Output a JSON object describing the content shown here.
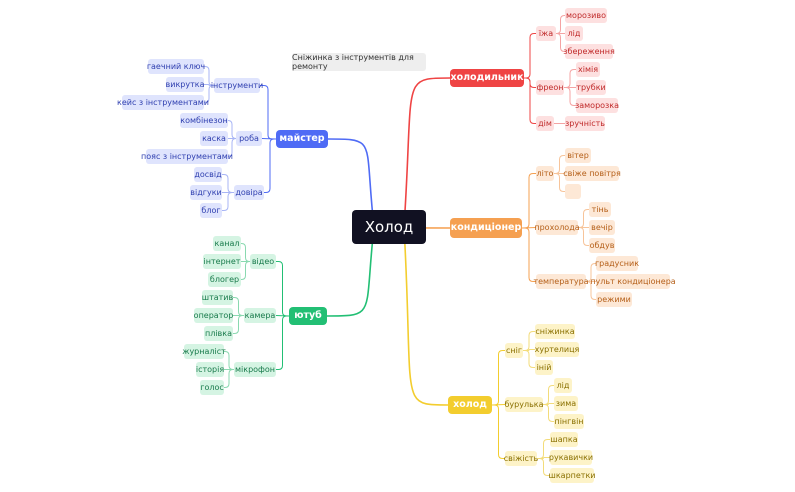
{
  "note": "Сніжинка з інструментів для ремонту",
  "root": {
    "label": "Холод"
  },
  "colors": {
    "red": "#ef4444",
    "orange": "#f5a051",
    "yellow": "#f3cd2e",
    "green": "#22bf74",
    "blue": "#4f6bf5",
    "root": "#111122"
  },
  "branches": {
    "fridge": {
      "label": "холодильник",
      "groups": [
        {
          "label": "їжа",
          "items": [
            "морозиво",
            "лід",
            "збереження"
          ]
        },
        {
          "label": "фреон",
          "items": [
            "хімія",
            "трубки",
            "заморозка"
          ]
        },
        {
          "label": "дім",
          "items": [
            "зручність"
          ]
        }
      ]
    },
    "ac": {
      "label": "кондиціонер",
      "groups": [
        {
          "label": "літо",
          "items": [
            "вітер",
            "свіже повітря",
            ""
          ]
        },
        {
          "label": "прохолода",
          "items": [
            "тінь",
            "вечір",
            "обдув"
          ]
        },
        {
          "label": "температура",
          "items": [
            "градусник",
            "пульт кондиціонера",
            "режими"
          ]
        }
      ]
    },
    "cold": {
      "label": "холод",
      "groups": [
        {
          "label": "сніг",
          "items": [
            "сніжинка",
            "хуртелиця",
            "іній"
          ]
        },
        {
          "label": "бурулька",
          "items": [
            "лід",
            "зима",
            "пінгвін"
          ]
        },
        {
          "label": "свіжість",
          "items": [
            "шапка",
            "рукавички",
            "шкарпетки"
          ]
        }
      ]
    },
    "master": {
      "label": "майстер",
      "groups": [
        {
          "label": "інструменти",
          "items": [
            "гаечний ключ",
            "викрутка",
            "кейс з інструментами"
          ]
        },
        {
          "label": "роба",
          "items": [
            "комбінезон",
            "каска",
            "пояс з інструментами"
          ]
        },
        {
          "label": "довіра",
          "items": [
            "досвід",
            "відгуки",
            "блог"
          ]
        }
      ]
    },
    "youtube": {
      "label": "ютуб",
      "groups": [
        {
          "label": "відео",
          "items": [
            "канал",
            "інтернет",
            "блогер"
          ]
        },
        {
          "label": "камера",
          "items": [
            "штатив",
            "оператор",
            "плівка"
          ]
        },
        {
          "label": "мікрофон",
          "items": [
            "журналіст",
            "історія",
            "голос"
          ]
        }
      ]
    }
  }
}
